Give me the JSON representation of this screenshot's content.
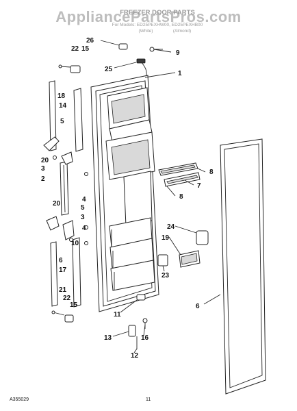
{
  "watermark": "AppliancePartsPros.com",
  "header": {
    "title": "FREEZER DOOR PARTS",
    "models": "For Models: ED25PEXHW00, ED25PEXHB00",
    "variant_white": "(White)",
    "variant_almond": "(Almond)"
  },
  "callouts": [
    "26",
    "22",
    "15",
    "9",
    "25",
    "1",
    "18",
    "14",
    "5",
    "20",
    "3",
    "2",
    "4",
    "8",
    "7",
    "8",
    "20",
    "5",
    "3",
    "10",
    "4",
    "24",
    "19",
    "6",
    "17",
    "21",
    "23",
    "6",
    "11",
    "22",
    "15",
    "13",
    "16",
    "12"
  ],
  "footer": {
    "doc_number": "A355029",
    "page_number": "11"
  }
}
